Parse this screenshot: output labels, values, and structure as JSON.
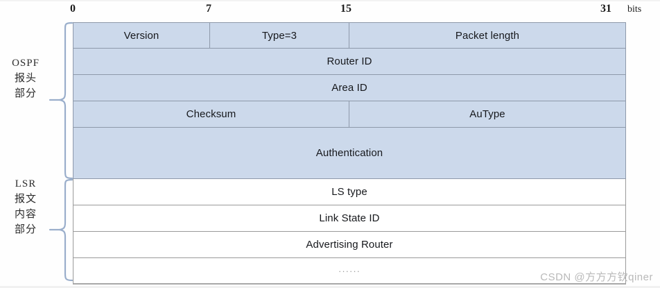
{
  "figure": {
    "title": "OSPF LSR packet format",
    "bit_unit_label": "bits",
    "ruler_ticks": [
      "0",
      "7",
      "15",
      "31"
    ],
    "colors": {
      "header_fill": "#ccd9eb",
      "header_border": "#8e99aa",
      "body_fill": "#ffffff",
      "body_border": "#9a9a9a",
      "brace": "#9aaecb",
      "watermark": "#b9b9b9"
    }
  },
  "sections": [
    {
      "id": "ospf-header",
      "label_lines": [
        "OSPF",
        "报头",
        "部分"
      ]
    },
    {
      "id": "lsr-body",
      "label_lines": [
        "LSR",
        "报文",
        "内容",
        "部分"
      ]
    }
  ],
  "rows": [
    {
      "id": "row-version",
      "shaded": true,
      "cells": [
        {
          "name": "version",
          "text": "Version"
        },
        {
          "name": "type",
          "text": "Type=3"
        },
        {
          "name": "packet-length",
          "text": "Packet length"
        }
      ]
    },
    {
      "id": "row-router-id",
      "shaded": true,
      "cells": [
        {
          "name": "router-id",
          "text": "Router ID"
        }
      ]
    },
    {
      "id": "row-area-id",
      "shaded": true,
      "cells": [
        {
          "name": "area-id",
          "text": "Area ID"
        }
      ]
    },
    {
      "id": "row-checksum-autype",
      "shaded": true,
      "cells": [
        {
          "name": "checksum",
          "text": "Checksum"
        },
        {
          "name": "autype",
          "text": "AuType"
        }
      ]
    },
    {
      "id": "row-authentication",
      "shaded": true,
      "cells": [
        {
          "name": "authentication",
          "text": "Authentication"
        }
      ]
    },
    {
      "id": "row-ls-type",
      "shaded": false,
      "cells": [
        {
          "name": "ls-type",
          "text": "LS type"
        }
      ]
    },
    {
      "id": "row-link-state-id",
      "shaded": false,
      "cells": [
        {
          "name": "link-state-id",
          "text": "Link State ID"
        }
      ]
    },
    {
      "id": "row-advertising-router",
      "shaded": false,
      "cells": [
        {
          "name": "advertising-router",
          "text": "Advertising Router"
        }
      ]
    },
    {
      "id": "row-ellipsis",
      "shaded": false,
      "cells": [
        {
          "name": "ellipsis",
          "text": "······"
        }
      ]
    }
  ],
  "watermark": {
    "text": "CSDN @方方方钦qiner"
  }
}
